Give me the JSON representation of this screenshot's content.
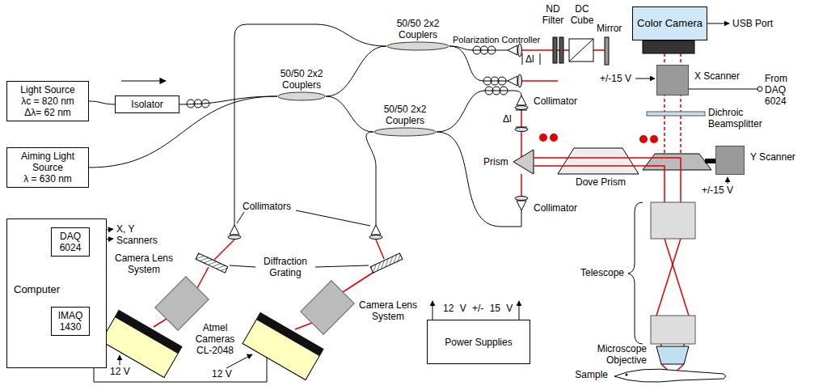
{
  "diagram": {
    "nodes": [
      {
        "text": [
          "Light Source",
          "λc = 820 nm",
          "Δλ= 62 nm"
        ]
      },
      {
        "text": [
          "Isolator"
        ]
      },
      {
        "text": [
          "Aiming Light Source",
          "λ = 630 nm"
        ]
      },
      {
        "text": [
          "50/50 2x2 Couplers"
        ]
      },
      {
        "text": [
          "50/50 2x2 Couplers"
        ]
      },
      {
        "text": [
          "50/50 2x2 Couplers"
        ]
      },
      {
        "text": [
          "Computer"
        ]
      },
      {
        "text": [
          "DAQ 6024"
        ],
        "in": 6
      },
      {
        "text": [
          "IMAQ 1430"
        ],
        "in": 6
      },
      {
        "text": [
          "Color Camera"
        ]
      },
      {
        "text": [
          "Power Supplies"
        ]
      },
      {
        "text": [
          "X Scanner"
        ]
      },
      {
        "text": [
          "Y Scanner"
        ]
      }
    ],
    "edges": [
      {
        "from": 0,
        "to": 1,
        "arrow": "none"
      },
      {
        "from": 1,
        "to": 3,
        "arrow": "none"
      },
      {
        "from": 2,
        "to": 3,
        "arrow": "none"
      },
      {
        "from": 3,
        "to": 4,
        "arrow": "none"
      },
      {
        "from": 3,
        "to": 5,
        "arrow": "none"
      }
    ],
    "labels": [
      "Polarization Controller",
      "Δl",
      "ND Filter",
      "DC Cube",
      "Mirror",
      "USB Port",
      "+/-15 V",
      "From DAQ 6024",
      "Collimator",
      "Δl",
      "Prism",
      "Dove Prism",
      "Dichroic Beamsplitter",
      "+/-15 V",
      "Collimator",
      "Telescope",
      "Microscope Objective",
      "Sample",
      "Collimators",
      "Diffraction Grating",
      "Camera Lens System",
      "Camera Lens System",
      "Atmel Cameras CL-2048",
      "X, Y Scanners",
      "12 V",
      "12 V",
      "12 V +/- 15 V"
    ]
  }
}
